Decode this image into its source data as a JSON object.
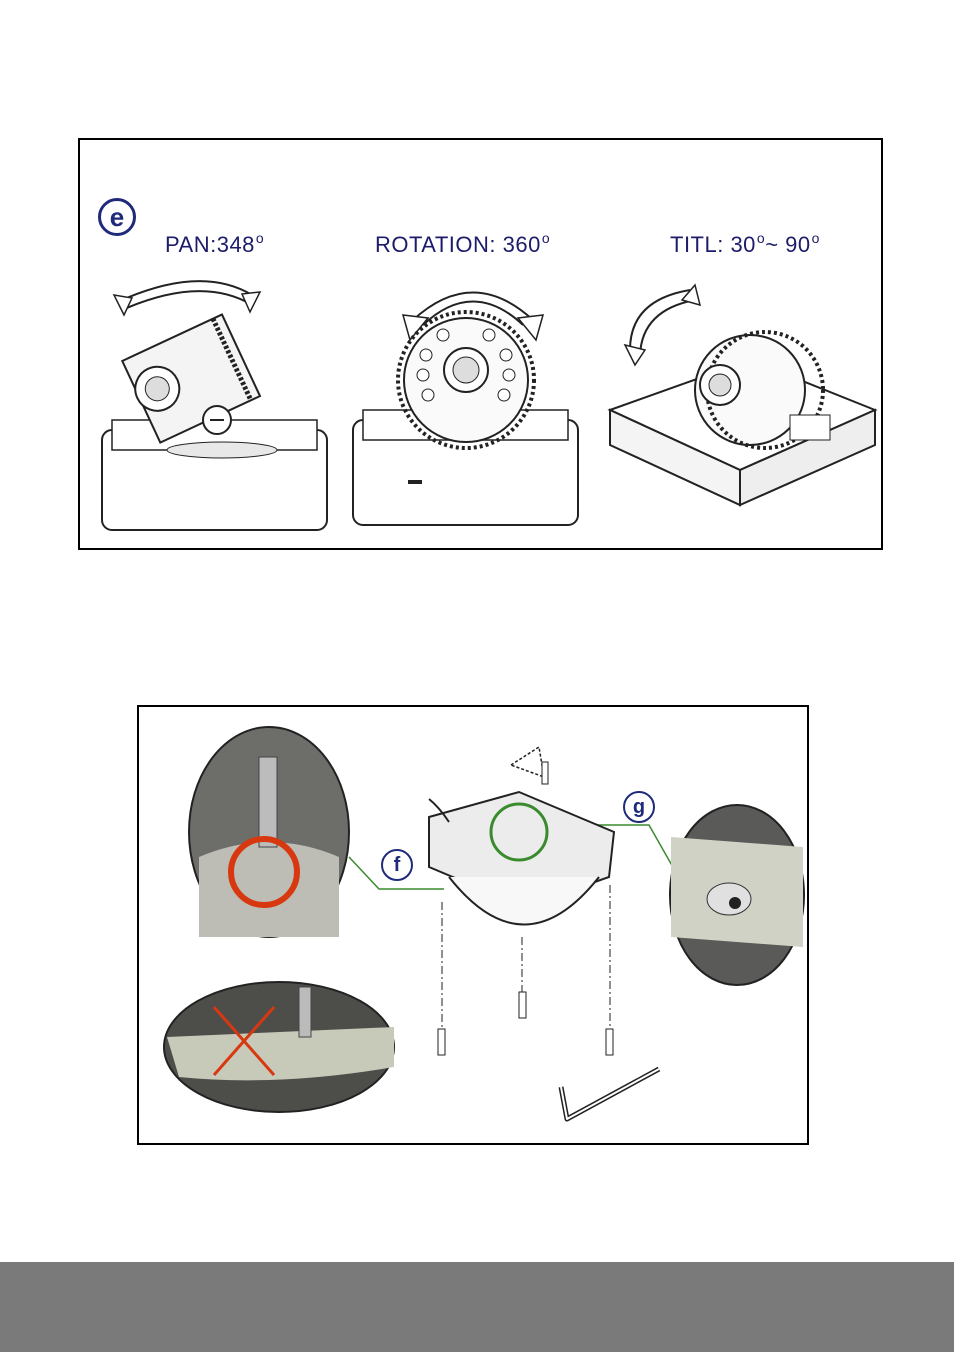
{
  "panel_e": {
    "badge": "e",
    "labels": {
      "pan": "PAN:348",
      "rotation": "ROTATION: 360",
      "tilt_a": "TITL: 30",
      "tilt_b": "~ 90"
    }
  },
  "panel_fg": {
    "badge_f": "f",
    "badge_g": "g"
  },
  "colors": {
    "badge": "#1f2a7a",
    "callout_line": "#3a8a2e",
    "highlight_circle": "#d8380f",
    "footer": "#7a7a7a"
  }
}
